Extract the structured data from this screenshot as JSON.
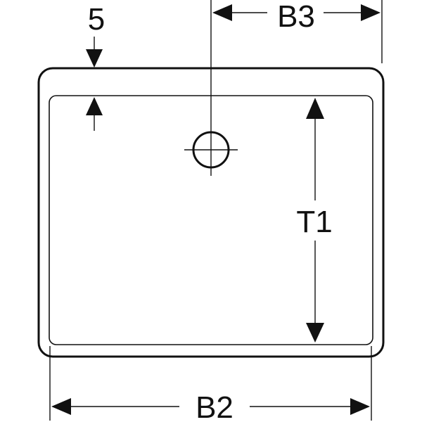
{
  "labels": {
    "offset": "5",
    "b3": "B3",
    "t1": "T1",
    "b2": "B2"
  },
  "colors": {
    "line": "#111111",
    "background": "#ffffff"
  }
}
